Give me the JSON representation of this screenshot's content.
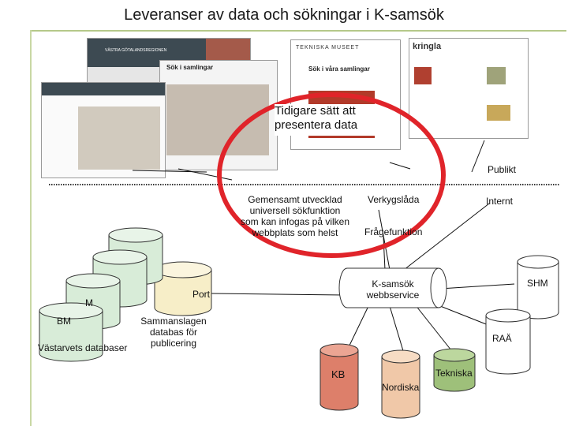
{
  "title": "Leveranser av data och sökningar i K-samsök",
  "labels": {
    "callout": [
      "Tidigare sätt att",
      "presentera data"
    ],
    "publikt": "Publikt",
    "internt": "Internt",
    "gemensamt": [
      "Gemensamt utvecklad",
      "universell sökfunktion",
      "som kan infogas på vilken",
      "webbplats som helst"
    ],
    "verkygslada": "Verkygslåda",
    "fragefunktion": "Frågefunktion",
    "ksamsok": [
      "K-samsök",
      "webbservice"
    ],
    "shm": "SHM",
    "port": "Port",
    "m": "M",
    "bm": "BM",
    "vastarvet": "Västarvets databaser",
    "sammanslagen": [
      "Sammanslagen",
      "databas för",
      "publicering"
    ],
    "raa": "RAÄ",
    "kb": "KB",
    "nordiska": "Nordiska",
    "tekniska": "Tekniska"
  },
  "screenshots": {
    "vastarvet_logo": "VÄSTRA GÖTALANDSREGIONEN",
    "sok": "Sök i samlingar",
    "tekniska_header": "TEKNISKA MUSEET",
    "tekniska_search": "Sök i våra samlingar",
    "kringla_logo": "kringla"
  },
  "colors": {
    "accent_green": "#b5c98a",
    "callout_ring": "#e0242a",
    "kb_cylinder": "#dd7f6a",
    "nordiska_cylinder": "#f0c8a8",
    "tekniska_cylinder": "#9ec07a",
    "vastarvet_cylinder": "#d8ecd8",
    "sammanslagen_cylinder": "#f7eec8",
    "ksamsok_cylinder": "#ffffff"
  }
}
